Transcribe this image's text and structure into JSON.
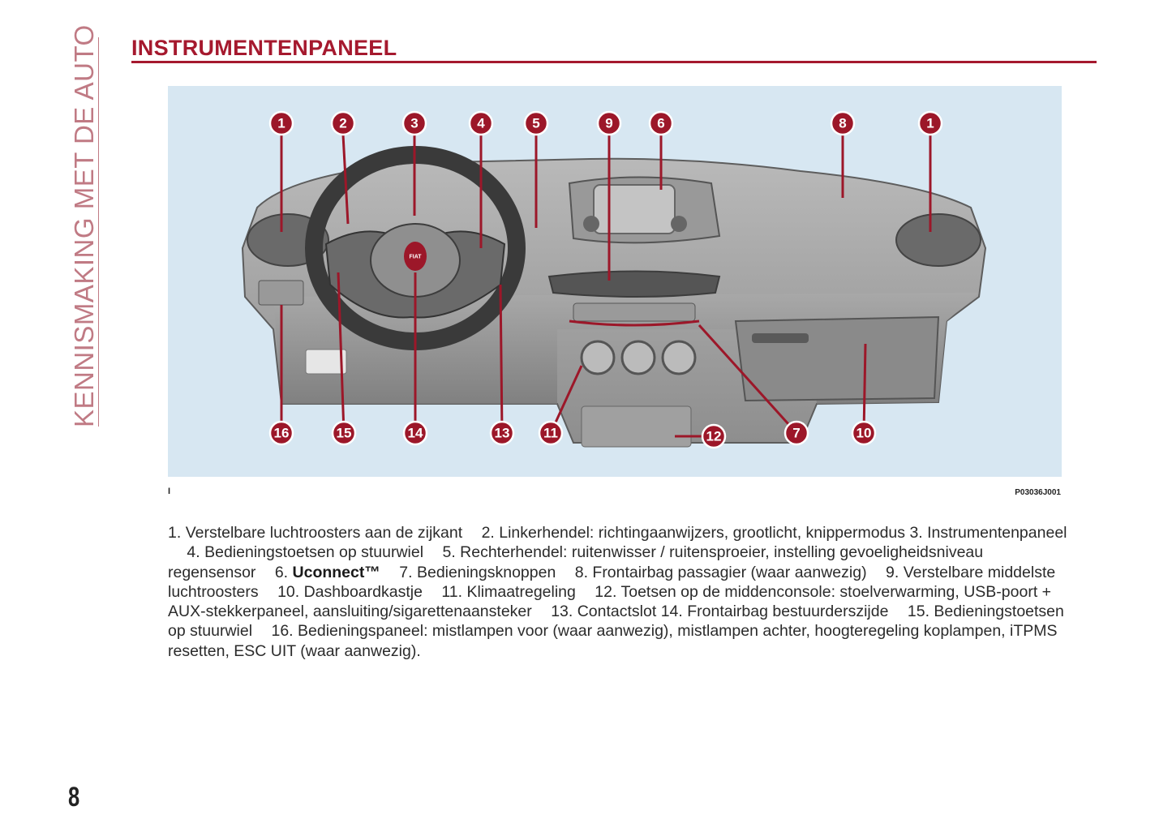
{
  "section_tab": "KENNISMAKING MET DE AUTO",
  "page_title": "INSTRUMENTENPANEEL",
  "figure": {
    "left_mark": "I",
    "code": "P03036J001",
    "callouts_top": [
      "1",
      "2",
      "3",
      "4",
      "5",
      "9",
      "6",
      "8",
      "1"
    ],
    "callouts_bottom": [
      "16",
      "15",
      "14",
      "13",
      "11",
      "12",
      "7",
      "10"
    ],
    "badge_text": "FIAT"
  },
  "caption": {
    "items": [
      {
        "num": "1.",
        "text": "Verstelbare luchtroosters aan de zijkant"
      },
      {
        "num": "2.",
        "text": "Linkerhendel: richtingaanwijzers, grootlicht, knippermodus"
      },
      {
        "num": "3.",
        "text": "Instrumentenpaneel"
      },
      {
        "num": "4.",
        "text": "Bedieningstoetsen op stuurwiel"
      },
      {
        "num": "5.",
        "text": "Rechterhendel: ruitenwisser / ruitensproeier, instelling gevoeligheidsniveau regensensor"
      },
      {
        "num": "6.",
        "text": "Uconnect™"
      },
      {
        "num": "7.",
        "text": "Bedieningsknoppen"
      },
      {
        "num": "8.",
        "text": "Frontairbag passagier (waar aanwezig)"
      },
      {
        "num": "9.",
        "text": "Verstelbare middelste luchtroosters"
      },
      {
        "num": "10.",
        "text": "Dashboardkastje"
      },
      {
        "num": "11.",
        "text": "Klimaatregeling"
      },
      {
        "num": "12.",
        "text": "Toetsen op de middenconsole: stoelverwarming, USB-poort + AUX-stekkerpaneel, aansluiting/sigarettenaansteker"
      },
      {
        "num": "13.",
        "text": "Contactslot"
      },
      {
        "num": "14.",
        "text": "Frontairbag bestuurderszijde"
      },
      {
        "num": "15.",
        "text": "Bedieningstoetsen op stuurwiel"
      },
      {
        "num": "16.",
        "text": "Bedieningspaneel: mistlampen voor (waar aanwezig), mistlampen achter, hoogteregeling koplampen, iTPMS resetten, ESC UIT (waar aanwezig)."
      }
    ]
  },
  "page_number": "8",
  "colors": {
    "accent": "#a5192e",
    "side_tab": "#c07a84",
    "figure_bg": "#d7e7f2"
  }
}
